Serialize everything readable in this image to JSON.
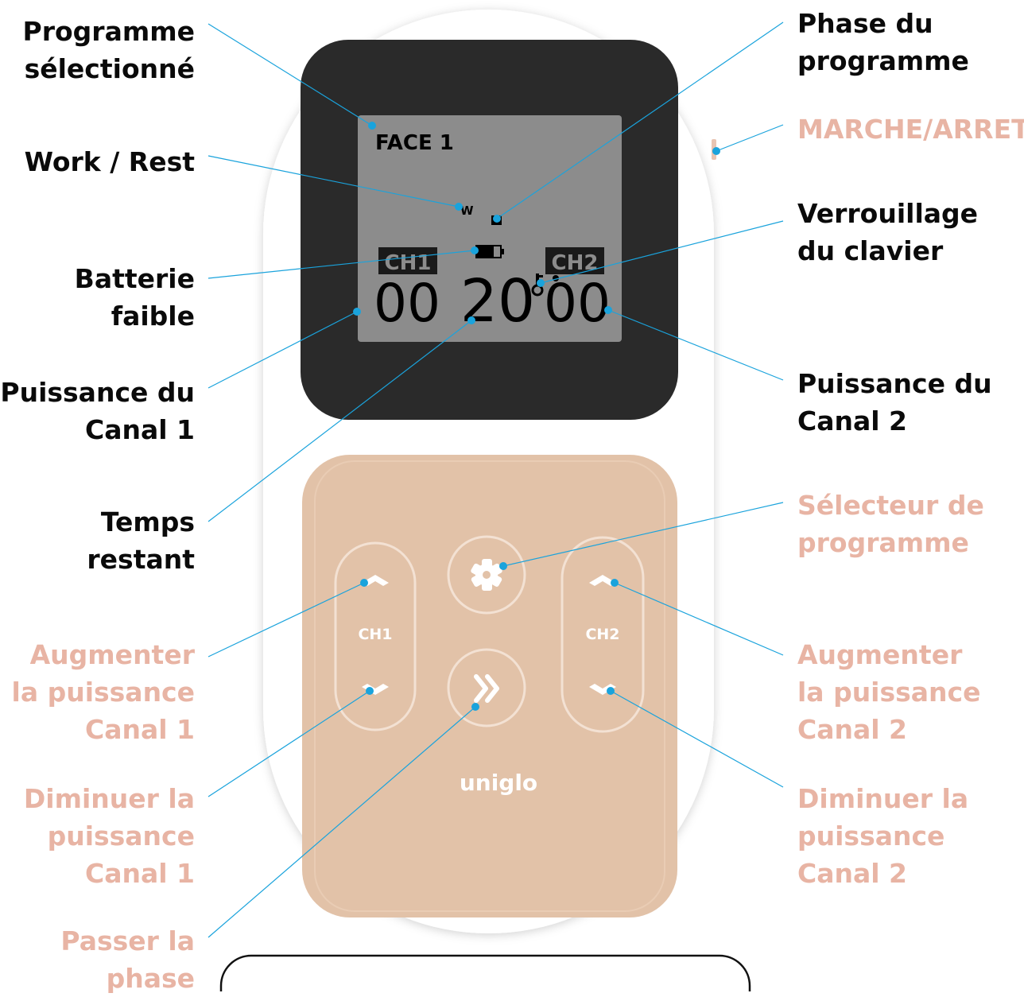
{
  "labels": {
    "programme_selectionne": "Programme\nsélectionné",
    "work_rest": "Work / Rest",
    "batterie_faible": "Batterie\nfaible",
    "puissance_canal_1": "Puissance du\nCanal 1",
    "temps_restant": "Temps\nrestant",
    "augmenter_canal_1": "Augmenter\nla puissance\nCanal 1",
    "diminuer_canal_1": "Diminuer la\npuissance\nCanal 1",
    "passer_la_phase": "Passer la\nphase",
    "phase_du_programme": "Phase du\nprogramme",
    "marche_arret": "MARCHE/ARRET",
    "verrouillage_clavier": "Verrouillage\ndu clavier",
    "puissance_canal_2": "Puissance du\nCanal 2",
    "selecteur_programme": "Sélecteur de\nprogramme",
    "augmenter_canal_2": "Augmenter\nla puissance\nCanal 2",
    "diminuer_canal_2": "Diminuer la\npuissance\nCanal 2"
  },
  "lcd": {
    "program_name": "FACE 1",
    "work_indicator": "W",
    "ch1_label": "CH1",
    "ch2_label": "CH2",
    "ch1_power": "00",
    "time_remaining": "20",
    "ch2_power": "00"
  },
  "keypad": {
    "ch1_label": "CH1",
    "ch2_label": "CH2",
    "brand": "uniglo"
  },
  "colors": {
    "device_body": "#ffffff",
    "screen_frame": "#2a2a2a",
    "lcd": "#8c8c8c",
    "keypad": "#e2c2a8",
    "leader_line": "#1aa3dc",
    "dark_label": "#0a0a0a",
    "pink_label": "#e8b4a4"
  }
}
